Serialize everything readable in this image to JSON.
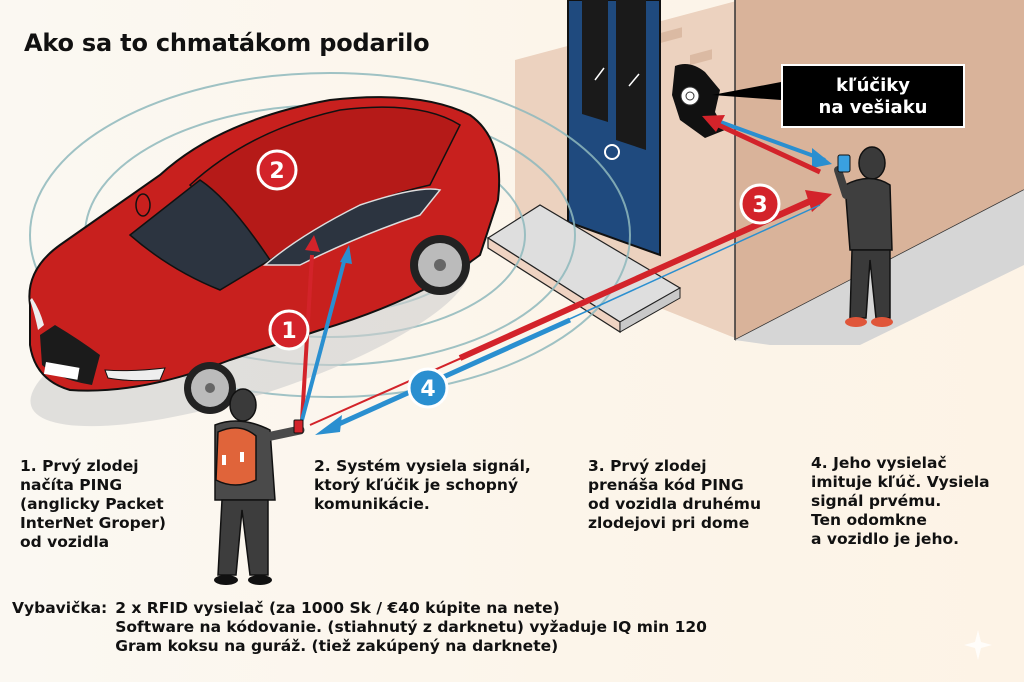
{
  "title": "Ako sa to chmatákom podarilo",
  "callout": {
    "lines": [
      "kľúčiky",
      "na vešiaku"
    ]
  },
  "badges": [
    "1",
    "2",
    "3",
    "4"
  ],
  "steps": [
    {
      "lines": [
        "1. Prvý zlodej",
        "načíta PING",
        "(anglicky Packet",
        "InterNet Groper)",
        "od vozidla"
      ]
    },
    {
      "lines": [
        "2. Systém vysiela signál,",
        "ktorý kľúčik je schopný",
        "komunikácie."
      ]
    },
    {
      "lines": [
        "3. Prvý zlodej",
        "prenáša kód PING",
        "od vozidla druhému",
        "zlodejovi pri dome"
      ]
    },
    {
      "lines": [
        "4. Jeho vysielač",
        "imituje kľúč. Vysiela",
        "signál prvému.",
        "Ten odomkne",
        "a vozidlo je jeho."
      ]
    }
  ],
  "equipment": {
    "label": "Vybavička:",
    "items": [
      "2 x RFID vysielač (za 1000 Sk / €40 kúpite na nete)",
      "Software na kódovanie. (stiahnutý z darknetu) vyžaduje IQ min 120",
      "Gram koksu na guráž. (tiež zakúpený na darknete)"
    ]
  },
  "colors": {
    "car_red": "#c8201e",
    "signal_red": "#d3232a",
    "signal_blue": "#2a8fd0",
    "door_blue": "#1f4a7e",
    "wall": "#dcb59c",
    "wall_light": "#ecd2bf",
    "badge_red": "#d3232a",
    "badge_blue": "#2a8fd0"
  }
}
